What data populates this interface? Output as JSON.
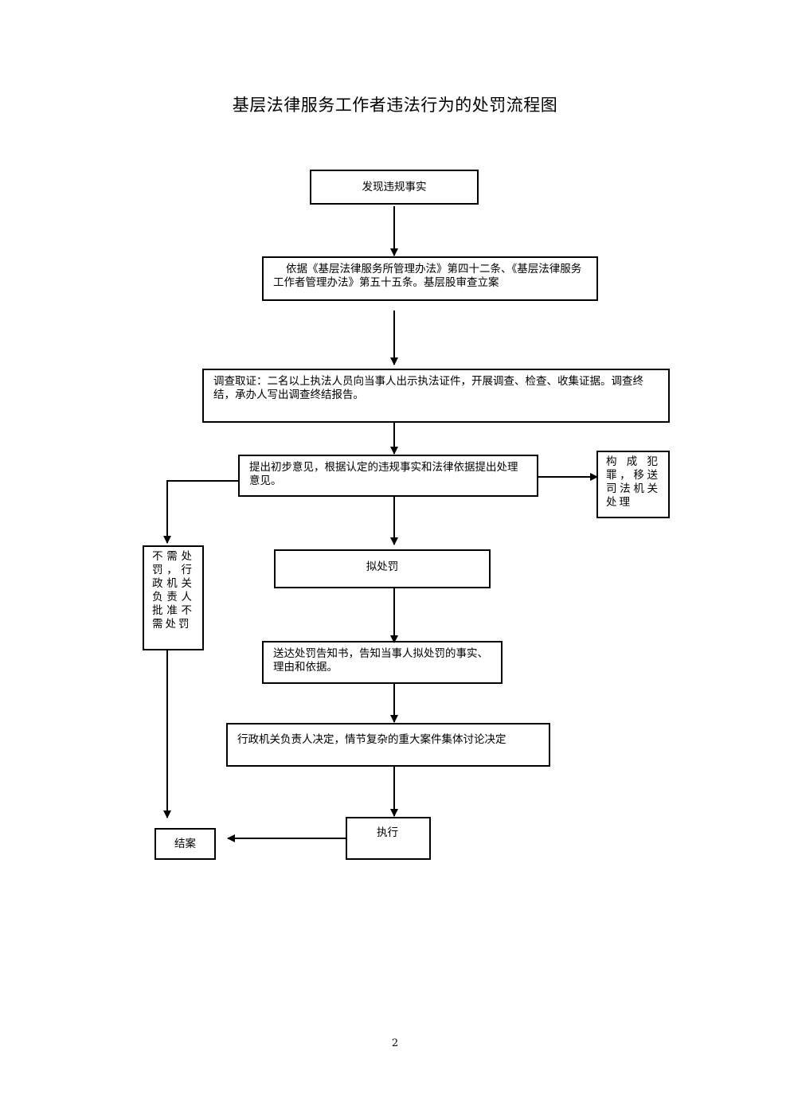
{
  "title": "基层法律服务工作者违法行为的处罚流程图",
  "nodes": {
    "discover": "发现违规事实",
    "basis": "依据《基层法律服务所管理办法》第四十二条、《基层法律服务工作者管理办法》第五十五条。基层股审查立案",
    "investigate": "调查取证：二名以上执法人员向当事人出示执法证件，开展调查、检查、收集证据。调查终结，承办人写出调查终结报告。",
    "preliminary": "提出初步意见，根据认定的违规事实和法律依据提出处理意见。",
    "crime": "构成犯罪，移送司法机关处理",
    "no_penalty": "不需处罚，行政机关负责人批准不需处罚",
    "proposed": "拟处罚",
    "notice": "送达处罚告知书，告知当事人拟处罚的事实、理由和依据。",
    "decision": "行政机关负责人决定，情节复杂的重大案件集体讨论决定",
    "execute": "执行",
    "close": "结案"
  },
  "page_number": "2"
}
